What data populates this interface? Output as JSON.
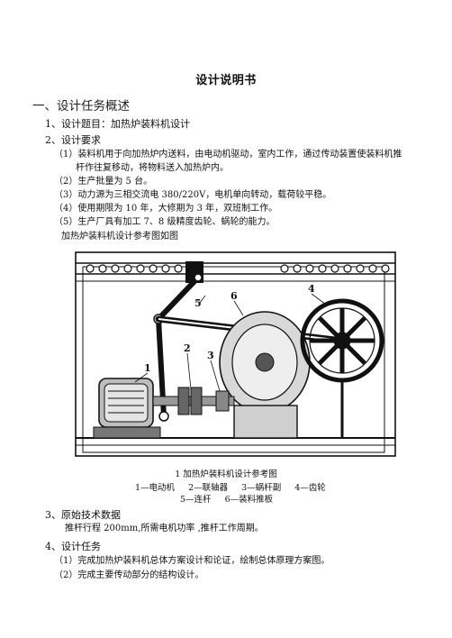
{
  "doc": {
    "title": "设计说明书",
    "sec1": {
      "heading": "一、设计任务概述",
      "sub1": "1、设计题目：加热炉装料机设计",
      "sub2": "2、设计要求",
      "items": [
        "（1）装料机用于向加热炉内送料，由电动机驱动，室内工作，通过传动装置使装料机推",
        "杆作往复移动，将物料送入加热炉内。",
        "（2）生产批量为 5 台。",
        "（3）动力源为三相交流电 380/220V，电机单向转动，载荷较平稳。",
        "（4）使用期限为 10 年，大修期为 3 年，双班制工作。",
        "（5）生产厂具有加工 7、8 级精度齿轮、蜗轮的能力。"
      ],
      "fig_intro": "加热炉装料机设计参考图如图"
    },
    "figure": {
      "label_5": "5",
      "label_6": "6",
      "label_4": "4",
      "label_2": "2",
      "label_3": "3",
      "label_1": "1",
      "caption": "1 加热炉装料机设计参考图",
      "legend1": [
        "1—电动机",
        "2—联轴器",
        "3—蜗杆副",
        "4—齿轮"
      ],
      "legend2": [
        "5—连杆",
        "6—装料推板"
      ]
    },
    "sec3": {
      "heading": "3、原始技术数据",
      "line": "推杆行程 200mm,所需电机功率 ,推杆工作周期。"
    },
    "sec4": {
      "heading": "4、设计任务",
      "items": [
        "（1）完成加热炉装料机总体方案设计和论证，绘制总体原理方案图。",
        "（2）完成主要传动部分的结构设计。"
      ]
    }
  }
}
